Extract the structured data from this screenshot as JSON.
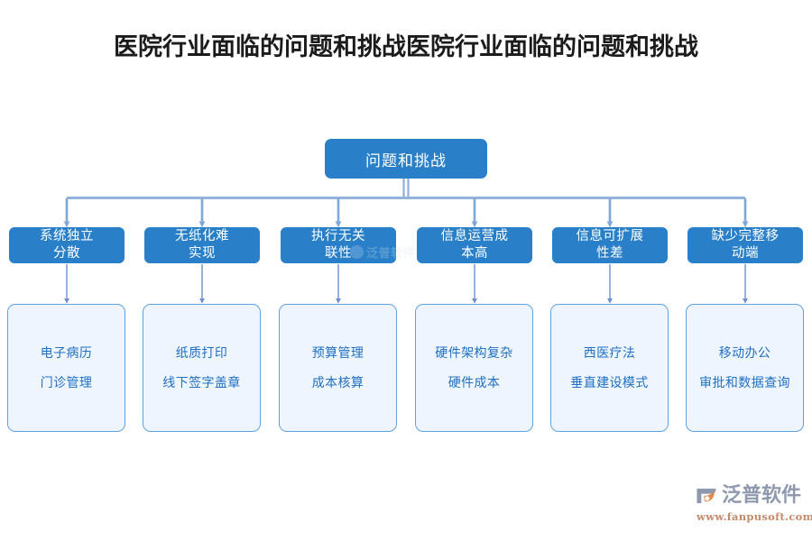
{
  "page": {
    "title": "医院行业面临的问题和挑战医院行业面临的问题和挑战",
    "bg_color": "#ffffff"
  },
  "colors": {
    "node_blue": "#2a80c8",
    "body_fill": "#eef5fe",
    "body_border": "#5ea3e0",
    "body_text": "#1f6fc4",
    "connector": "#7fa7d8",
    "title_text": "#1b1b1b"
  },
  "diagram": {
    "type": "tree",
    "root": {
      "label": "问题和挑战"
    },
    "columns": [
      {
        "header_line1": "系统独立",
        "header_line2": "分散",
        "items": [
          "电子病历",
          "门诊管理"
        ]
      },
      {
        "header_line1": "无纸化难",
        "header_line2": "实现",
        "items": [
          "纸质打印",
          "线下签字盖章"
        ]
      },
      {
        "header_line1": "执行无关",
        "header_line2": "联性",
        "items": [
          "预算管理",
          "成本核算"
        ]
      },
      {
        "header_line1": "信息运营成",
        "header_line2": "本高",
        "items": [
          "硬件架构复杂",
          "硬件成本"
        ]
      },
      {
        "header_line1": "信息可扩展",
        "header_line2": "性差",
        "items": [
          "西医疗法",
          "垂直建设模式"
        ]
      },
      {
        "header_line1": "缺少完整移",
        "header_line2": "动端",
        "items": [
          "移动办公",
          "审批和数据查询"
        ]
      }
    ]
  },
  "watermark": {
    "text": "泛普软件"
  },
  "brand": {
    "name": "泛普软件",
    "url": "www.fanpusoft.com"
  }
}
